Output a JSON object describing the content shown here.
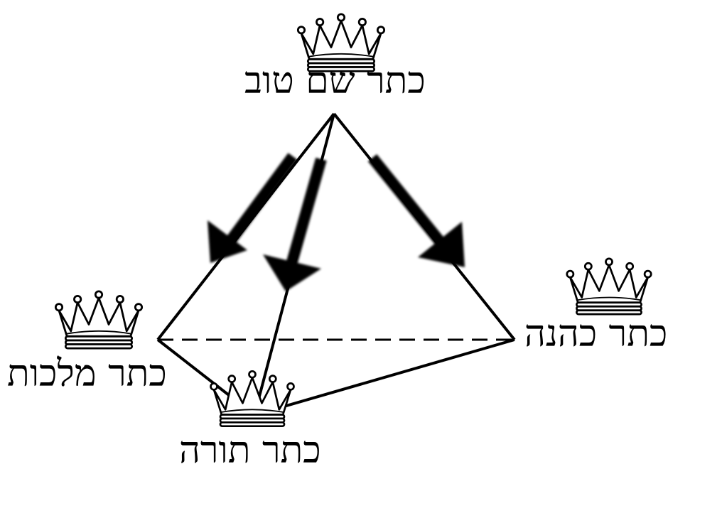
{
  "colors": {
    "ink": "#000000",
    "background": "#ffffff"
  },
  "nodes": {
    "top": {
      "label": "כתר שם טוב",
      "icon": "crown-icon"
    },
    "left": {
      "label": "כתר מלכות",
      "icon": "crown-icon"
    },
    "bottom": {
      "label": "כתר תורה",
      "icon": "crown-icon"
    },
    "right": {
      "label": "כתר כהנה",
      "icon": "crown-icon"
    }
  },
  "edges": [
    {
      "from": "top",
      "to": "left",
      "style": "solid"
    },
    {
      "from": "top",
      "to": "bottom",
      "style": "solid"
    },
    {
      "from": "top",
      "to": "right",
      "style": "solid"
    },
    {
      "from": "left",
      "to": "bottom",
      "style": "solid"
    },
    {
      "from": "bottom",
      "to": "right",
      "style": "solid"
    },
    {
      "from": "left",
      "to": "right",
      "style": "dashed"
    }
  ],
  "arrows": [
    {
      "from": "top",
      "toward": "left"
    },
    {
      "from": "top",
      "toward": "bottom"
    },
    {
      "from": "top",
      "toward": "right"
    }
  ]
}
